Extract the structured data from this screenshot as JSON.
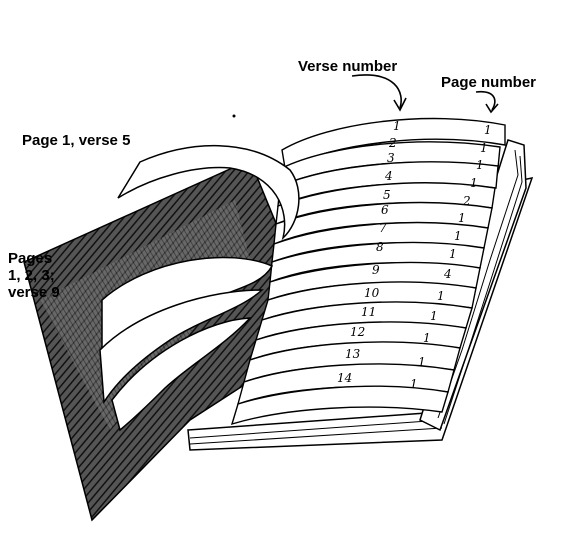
{
  "labels": {
    "verse_number": "Verse number",
    "page_number": "Page number",
    "page1_verse5": "Page 1, verse 5",
    "pages_verse9": [
      "Pages",
      "1, 2, 3;",
      "verse 9"
    ]
  },
  "verse_numbers": [
    "1",
    "2",
    "3",
    "4",
    "5",
    "6",
    "7",
    "8",
    "9",
    "10",
    "11",
    "12",
    "13",
    "14"
  ],
  "page_numbers": [
    "1",
    "1",
    "1",
    "1",
    "2",
    "1",
    "1",
    "1",
    "4",
    "1",
    "1",
    "1",
    "1",
    "1"
  ]
}
